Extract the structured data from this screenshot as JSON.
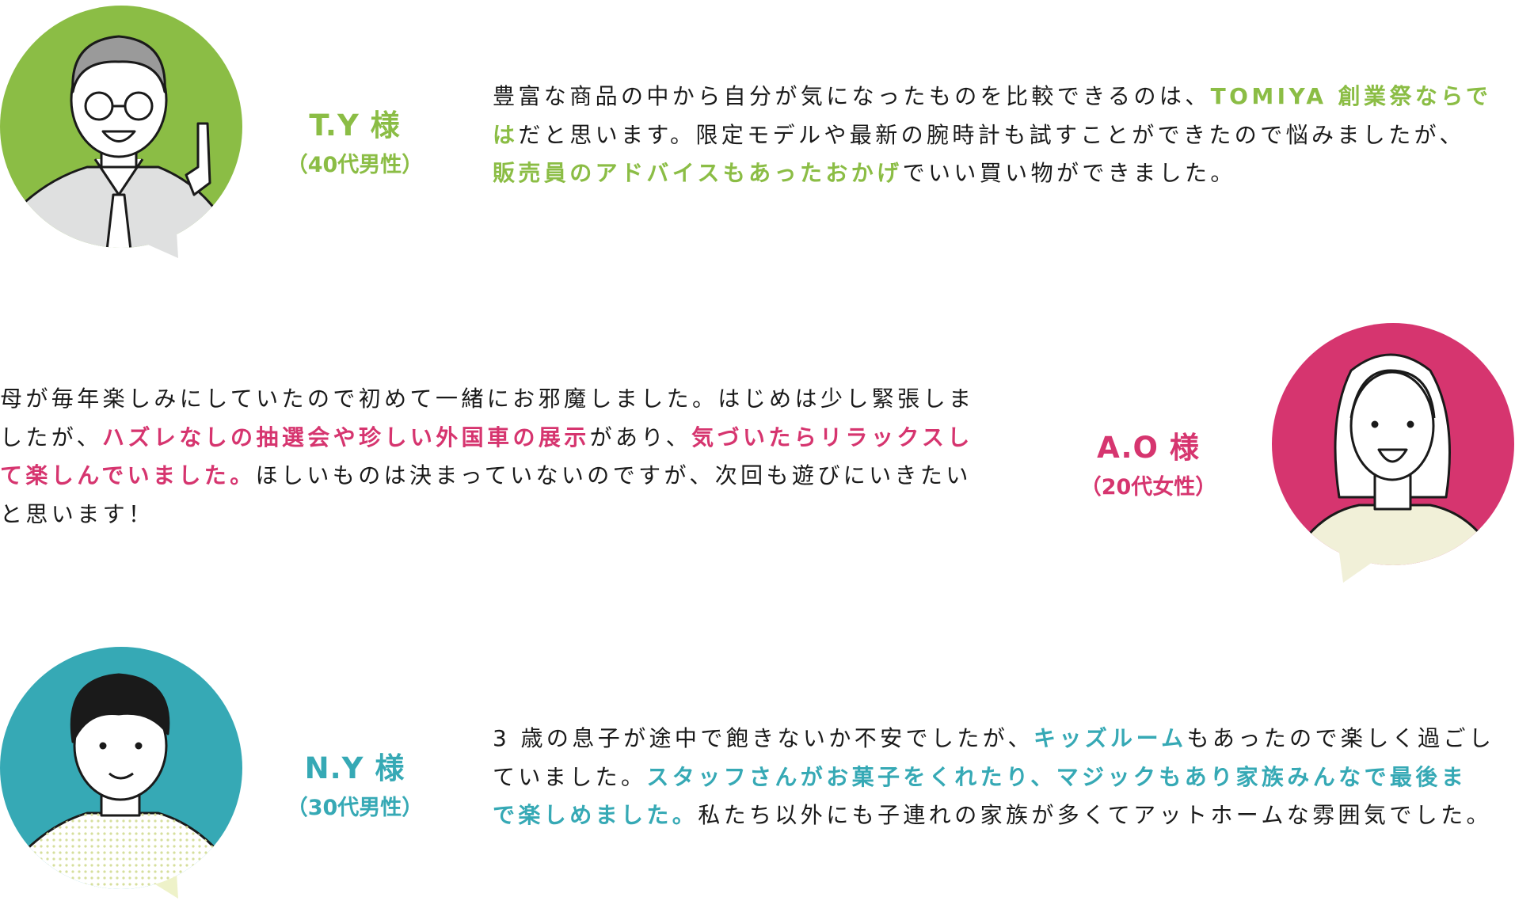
{
  "colors": {
    "green": "#8bbd45",
    "pink": "#d6356f",
    "teal": "#36a9b5"
  },
  "testimonials": [
    {
      "name": "T.Y 様",
      "detail": "（40代男性）",
      "avatar_icon": "man-glasses-pointing-icon",
      "lines": [
        [
          {
            "t": "豊富な商品の中から自分が気になったものを比較できるのは、"
          },
          {
            "t": "TOMIYA 創業祭ならで",
            "hl": true
          }
        ],
        [
          {
            "t": "は",
            "hl": true
          },
          {
            "t": "だと思います。限定モデルや最新の腕時計も試すことができたので悩みましたが、"
          }
        ],
        [
          {
            "t": "販売員のアドバイスもあったおかげ",
            "hl": true
          },
          {
            "t": "でいい買い物ができました。"
          }
        ]
      ]
    },
    {
      "name": "A.O 様",
      "detail": "（20代女性）",
      "avatar_icon": "woman-smiling-icon",
      "lines": [
        [
          {
            "t": "母が毎年楽しみにしていたので初めて一緒にお邪魔しました。はじめは少し緊張しま"
          }
        ],
        [
          {
            "t": "したが、"
          },
          {
            "t": "ハズレなしの抽選会や珍しい外国車の展示",
            "hl": true
          },
          {
            "t": "があり、"
          },
          {
            "t": "気づいたらリラックスし",
            "hl": true
          }
        ],
        [
          {
            "t": "て楽しんでいました。",
            "hl": true
          },
          {
            "t": "ほしいものは決まっていないのですが、次回も遊びにいきたい"
          }
        ],
        [
          {
            "t": "と思います！"
          }
        ]
      ]
    },
    {
      "name": "N.Y 様",
      "detail": "（30代男性）",
      "avatar_icon": "man-smiling-icon",
      "lines": [
        [
          {
            "t": "3 歳の息子が途中で飽きないか不安でしたが、"
          },
          {
            "t": "キッズルーム",
            "hl": true
          },
          {
            "t": "もあったので楽しく過ごし"
          }
        ],
        [
          {
            "t": "ていました。"
          },
          {
            "t": "スタッフさんがお菓子をくれたり、マジックもあり家族みんなで最後ま",
            "hl": true
          }
        ],
        [
          {
            "t": "で楽しめました。",
            "hl": true
          },
          {
            "t": "私たち以外にも子連れの家族が多くてアットホームな雰囲気でした。"
          }
        ]
      ]
    }
  ]
}
